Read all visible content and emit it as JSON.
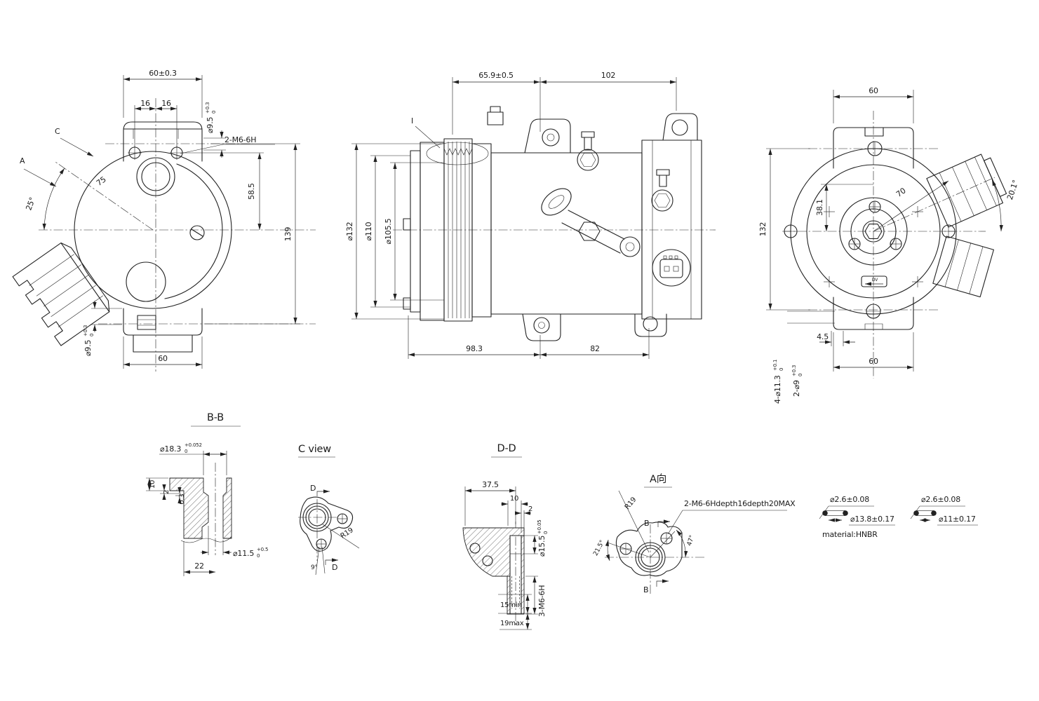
{
  "front_view": {
    "arrow_c": "C",
    "arrow_a": "A",
    "dim_top_width": "60±0.3",
    "dim_pitch_left": "16",
    "dim_pitch_right": "16",
    "dim_slot_top": {
      "base": "⌀9.5",
      "hi": "+0.3",
      "lo": "0"
    },
    "thread_label": "2-M6-6H",
    "dim_port_height": "58.5",
    "dim_total_height": "139",
    "dim_port_distance": "75",
    "dim_port_angle": "25°",
    "dim_slot_bottom": {
      "base": "⌀9.5",
      "hi": "+0.3",
      "lo": "0"
    },
    "dim_bottom_width": "60"
  },
  "side_view": {
    "detail_label": "I",
    "dim_front": "65.9±0.5",
    "dim_rear": "102",
    "dim_pulley_od": "⌀132",
    "dim_pulley_mid": "⌀110",
    "dim_pulley_inner": "⌀105.5",
    "dim_front_len": "98.3",
    "dim_rear_len": "82"
  },
  "rear_view": {
    "dim_top_width": "60",
    "dim_hub_offset": "38.1",
    "dim_port_distance": "70",
    "dim_port_angle": "20.1°",
    "dim_body_height": "132",
    "dim_flange_offset": "4.5",
    "dim_bottom_width": "60",
    "holes_large": {
      "base": "4-⌀11.3",
      "hi": "+0.1",
      "lo": "0"
    },
    "holes_small": {
      "base": "2-⌀9",
      "hi": "+0.3",
      "lo": "0"
    },
    "plate_label": "DV"
  },
  "section_bb": {
    "title": "B-B",
    "bore_top": {
      "base": "⌀18.3",
      "hi": "+0.052",
      "lo": "0"
    },
    "dim_10": "10",
    "dim_2": "2",
    "dim_03": "0.3",
    "bore_bottom": {
      "base": "⌀11.5",
      "hi": "+0.5",
      "lo": "0"
    },
    "dim_22": "22"
  },
  "view_c": {
    "title": "C view",
    "d_top": "D",
    "d_bottom": "D",
    "radius": "R19",
    "angle": "9°"
  },
  "section_dd": {
    "title": "D-D",
    "dim_37_5": "37.5",
    "dim_10": "10",
    "dim_2": "2",
    "bore": {
      "base": "⌀15.5",
      "hi": "+0.05",
      "lo": "0"
    },
    "thread": "3-M6-6H",
    "depth_min": "15min",
    "depth_max": "19max"
  },
  "view_a": {
    "title": "A向",
    "radius": "R19",
    "thread": "2-M6-6Hdepth16depth20MAX",
    "b_top": "B",
    "b_bottom": "B",
    "angle_left": "21.5°",
    "angle_right": "47°"
  },
  "oring_large": {
    "dim_cs": "⌀2.6±0.08",
    "dim_id": "⌀13.8±0.17",
    "material": "material:HNBR"
  },
  "oring_small": {
    "dim_cs": "⌀2.6±0.08",
    "dim_id": "⌀11±0.17"
  },
  "colors": {
    "line": "#222222",
    "bg": "#ffffff"
  }
}
